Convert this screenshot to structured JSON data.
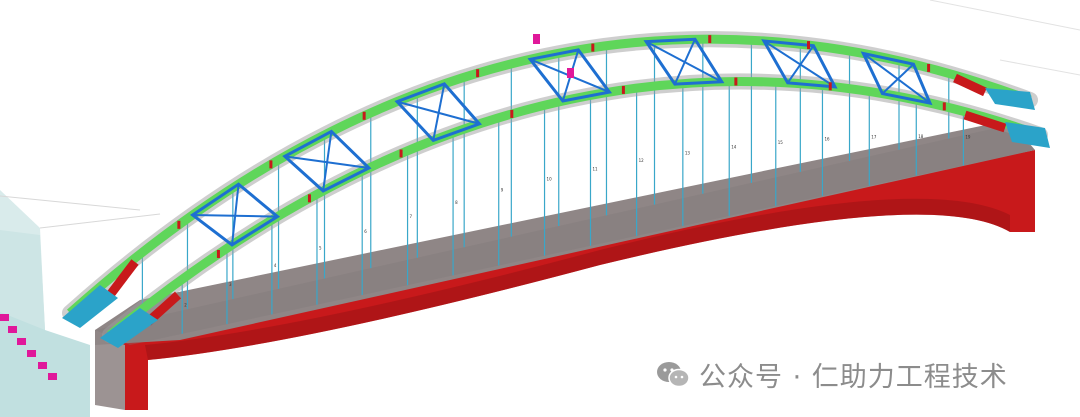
{
  "hanger_labels": [
    "2",
    "3",
    "4",
    "5",
    "6",
    "7",
    "8",
    "9",
    "10",
    "11",
    "12",
    "13",
    "14",
    "15",
    "16",
    "17",
    "18",
    "19"
  ],
  "watermark": {
    "text": "公众号 · 仁助力工程技术",
    "icon": "wechat-icon"
  },
  "colors": {
    "arch_rib": "#5fd65a",
    "brace": "#1e6fd1",
    "girder": "#c8191b",
    "deck": "#8f8686",
    "skewback": "#2ba3c9",
    "hanger": "#39a7c9",
    "marker": "#e0189a",
    "pier_glass": "#a9d3d3"
  }
}
